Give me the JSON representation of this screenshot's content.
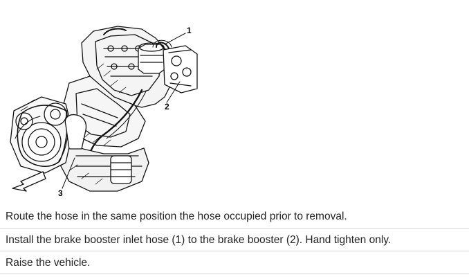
{
  "figure": {
    "callouts": {
      "c1": "1",
      "c2": "2",
      "c3": "3"
    },
    "icons": [
      "engine-diagram",
      "front-direction-arrow-icon"
    ]
  },
  "steps": [
    {
      "text": "Route the hose in the same position the hose occupied prior to removal."
    },
    {
      "text": "Install the brake booster inlet hose (1) to the brake booster (2). Hand tighten only."
    },
    {
      "text": "Raise the vehicle."
    }
  ]
}
